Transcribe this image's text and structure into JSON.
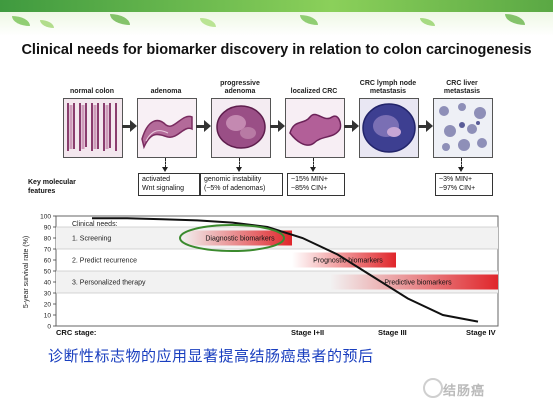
{
  "title": "Clinical needs for biomarker discovery in relation to colon carcinogenesis",
  "stages": [
    {
      "label": "normal colon"
    },
    {
      "label": "adenoma"
    },
    {
      "label": "progressive adenoma"
    },
    {
      "label": "localized CRC"
    },
    {
      "label": "CRC lymph node metastasis"
    },
    {
      "label": "CRC liver metastasis"
    }
  ],
  "features_label": "Key molecular features",
  "features": [
    {
      "line1": "activated",
      "line2": "Wnt signaling"
    },
    {
      "line1": "genomic instability",
      "line2": "(~5% of adenomas)"
    },
    {
      "line1": "~15% MIN+",
      "line2": "~85% CIN+"
    },
    {
      "line1": "~3% MIN+",
      "line2": "~97% CIN+"
    }
  ],
  "chart_data": {
    "type": "line",
    "ylabel": "5-year survival rate (%)",
    "ylim": [
      0,
      100
    ],
    "yticks": [
      "100",
      "90",
      "80",
      "70",
      "60",
      "50",
      "40",
      "30",
      "20",
      "10",
      "0"
    ],
    "x_label": "CRC stage:",
    "x_stages": [
      "Stage I+II",
      "Stage III",
      "Stage IV"
    ],
    "series": [
      {
        "values": [
          98,
          98,
          97,
          96,
          94,
          90,
          80,
          65,
          45,
          25,
          10,
          4
        ]
      }
    ],
    "needs_heading": "Clinical needs:",
    "needs": [
      {
        "label": "1. Screening",
        "bar": "Diagnostic biomarkers",
        "color": "#e0262b"
      },
      {
        "label": "2. Predict recurrence",
        "bar": "Prognostic biomarkers",
        "color": "#e0262b"
      },
      {
        "label": "3. Personalized therapy",
        "bar": "Predictive biomarkers",
        "color": "#e0262b"
      }
    ],
    "highlight_color": "#3b8a2e"
  },
  "caption": "诊断性标志物的应用显著提高结肠癌患者的预后",
  "logo": {
    "text": "结肠癌"
  }
}
